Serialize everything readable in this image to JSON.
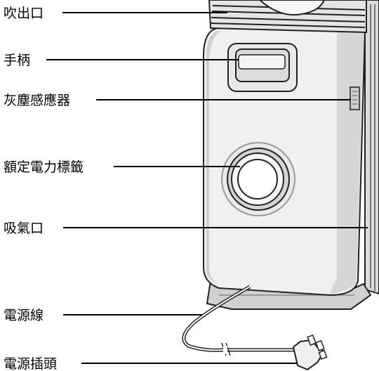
{
  "labels": {
    "outlet": "吹出口",
    "handle": "手柄",
    "dust_sensor": "灰塵感應器",
    "rating_label": "額定電力標籤",
    "inlet": "吸氣口",
    "power_cord": "電源線",
    "power_plug": "電源插頭"
  },
  "colors": {
    "line": "#000000",
    "body": "#f0f0f0",
    "body_shadow": "#d2d2d2",
    "panel": "#e8e8e8"
  }
}
